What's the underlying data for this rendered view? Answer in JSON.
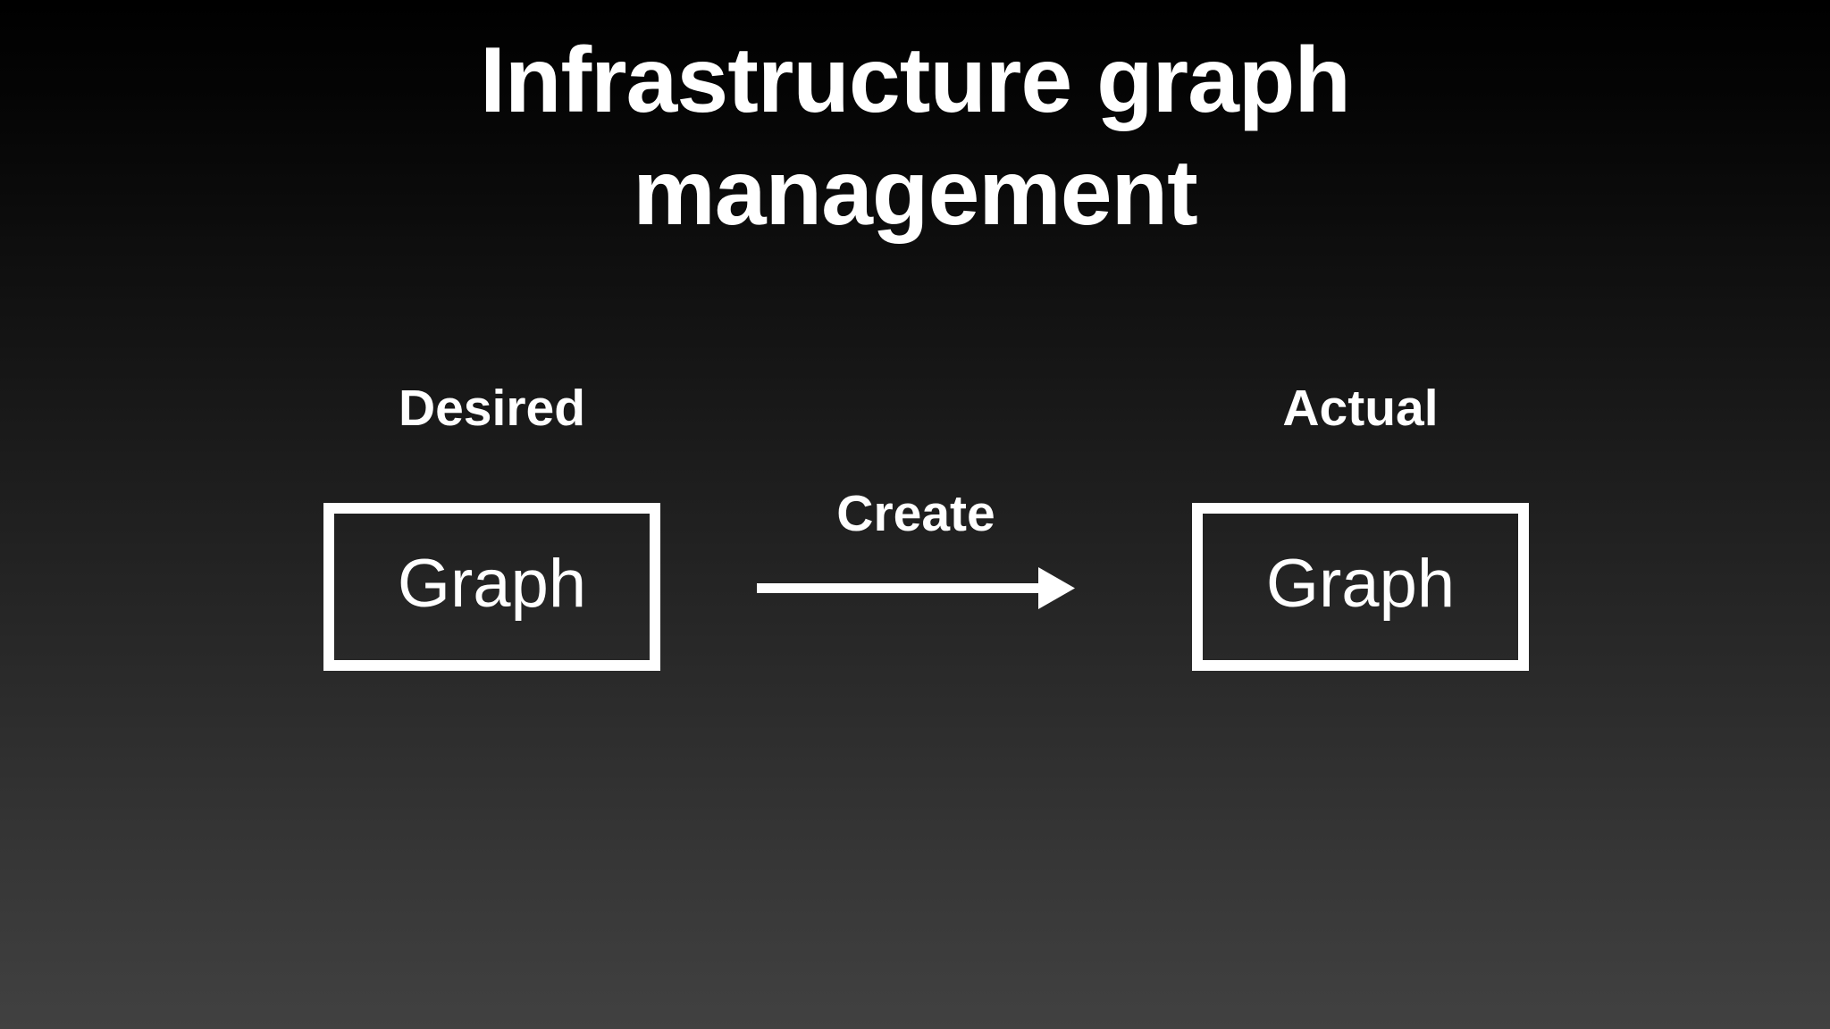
{
  "slide": {
    "title_lines": [
      "Infrastructure graph",
      "management"
    ],
    "desired": {
      "label": "Desired",
      "box_text": "Graph"
    },
    "actual": {
      "label": "Actual",
      "box_text": "Graph"
    },
    "arrow": {
      "label": "Create"
    },
    "colors": {
      "background_top": "#000000",
      "background_bottom": "#414141",
      "foreground": "#ffffff"
    }
  }
}
